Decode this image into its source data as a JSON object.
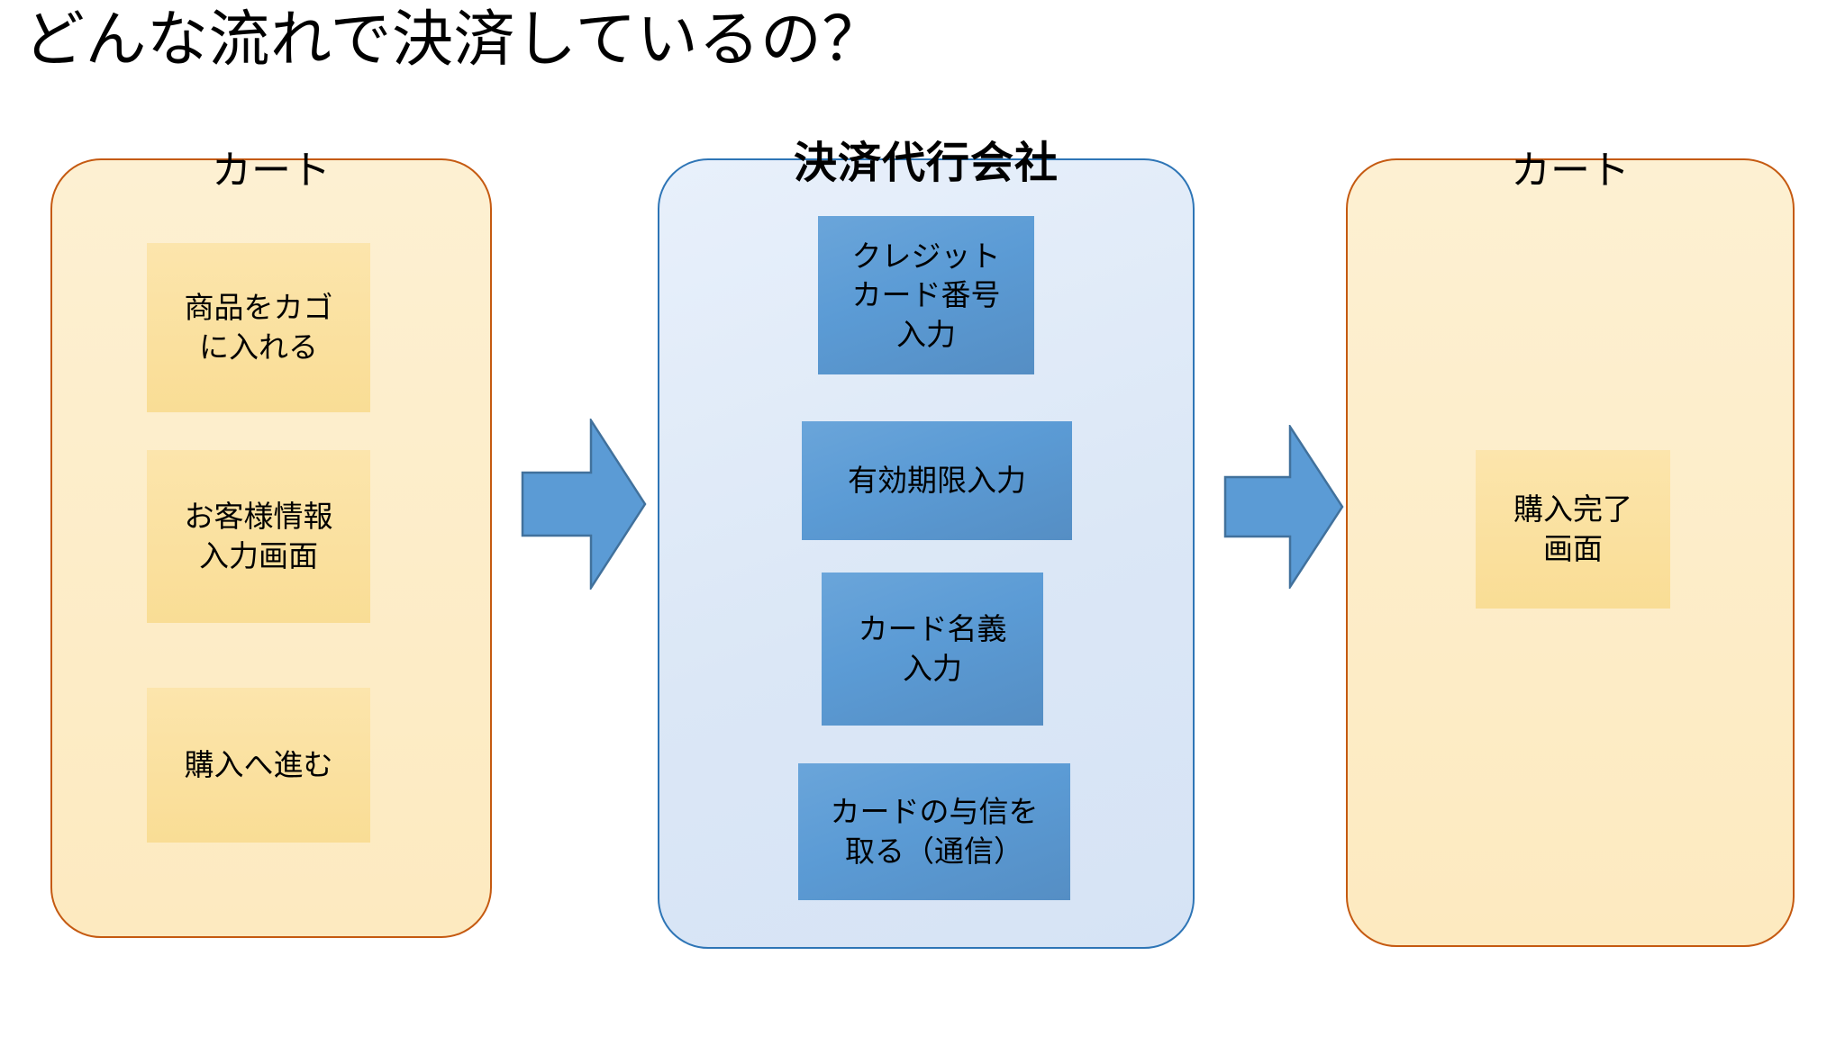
{
  "slide": {
    "title": "どんな流れで決済しているの？",
    "background": "#ffffff"
  },
  "colors": {
    "cart_panel_fill": "#fdeecb",
    "cart_panel_border": "#c55a11",
    "gateway_panel_fill": "#dce8f7",
    "gateway_panel_border": "#2e75b6",
    "yellow_box_fill": "#fbe2a0",
    "blue_box_fill": "#5b9bd5",
    "arrow_fill": "#5b9bd5",
    "arrow_border": "#41719c",
    "text": "#000000"
  },
  "panels": [
    {
      "id": "cart-left",
      "heading": "カート",
      "heading_bold": false,
      "steps": [
        {
          "label": "商品をカゴ\nに入れる"
        },
        {
          "label": "お客様情報\n入力画面"
        },
        {
          "label": "購入へ進む"
        }
      ]
    },
    {
      "id": "payment-gateway",
      "heading": "決済代行会社",
      "heading_bold": true,
      "steps": [
        {
          "label": "クレジット\nカード番号\n入力"
        },
        {
          "label": "有効期限入力"
        },
        {
          "label": "カード名義\n入力"
        },
        {
          "label": "カードの与信を\n取る（通信）"
        }
      ]
    },
    {
      "id": "cart-right",
      "heading": "カート",
      "heading_bold": false,
      "steps": [
        {
          "label": "購入完了\n画面"
        }
      ]
    }
  ],
  "arrows": [
    {
      "id": "arrow-cart-to-gateway",
      "direction": "right"
    },
    {
      "id": "arrow-gateway-to-cart",
      "direction": "right"
    }
  ]
}
